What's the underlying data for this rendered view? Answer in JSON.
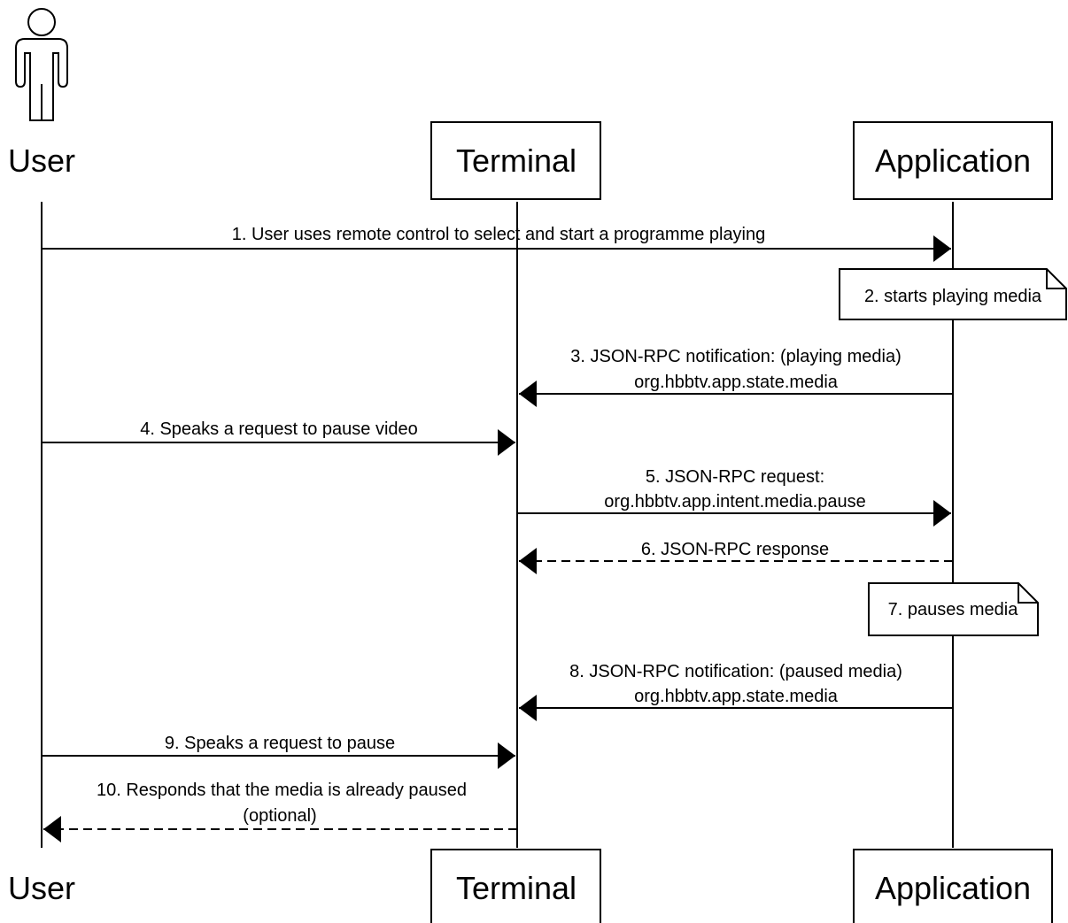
{
  "participants": [
    {
      "id": "user",
      "label": "User",
      "kind": "actor"
    },
    {
      "id": "terminal",
      "label": "Terminal",
      "kind": "box"
    },
    {
      "id": "application",
      "label": "Application",
      "kind": "box"
    }
  ],
  "messages": [
    {
      "id": "m1",
      "from": "user",
      "to": "application",
      "style": "solid",
      "lines": [
        "1. User uses remote control to select and start a programme playing"
      ]
    },
    {
      "id": "m3",
      "from": "application",
      "to": "terminal",
      "style": "solid",
      "lines": [
        "3. JSON-RPC notification: (playing media)",
        "org.hbbtv.app.state.media"
      ]
    },
    {
      "id": "m4",
      "from": "user",
      "to": "terminal",
      "style": "solid",
      "lines": [
        "4. Speaks a request to pause video"
      ]
    },
    {
      "id": "m5",
      "from": "terminal",
      "to": "application",
      "style": "solid",
      "lines": [
        "5. JSON-RPC request:",
        "org.hbbtv.app.intent.media.pause"
      ]
    },
    {
      "id": "m6",
      "from": "application",
      "to": "terminal",
      "style": "dashed",
      "lines": [
        "6. JSON-RPC response"
      ]
    },
    {
      "id": "m8",
      "from": "application",
      "to": "terminal",
      "style": "solid",
      "lines": [
        "8. JSON-RPC notification: (paused media)",
        "org.hbbtv.app.state.media"
      ]
    },
    {
      "id": "m9",
      "from": "user",
      "to": "terminal",
      "style": "solid",
      "lines": [
        "9. Speaks a request to pause"
      ]
    },
    {
      "id": "m10",
      "from": "terminal",
      "to": "user",
      "style": "dashed",
      "lines": [
        "10. Responds that the media is already paused",
        "(optional)"
      ]
    }
  ],
  "notes": [
    {
      "id": "n2",
      "on": "application",
      "text": "2. starts playing media"
    },
    {
      "id": "n7",
      "on": "application",
      "text": "7. pauses media"
    }
  ]
}
